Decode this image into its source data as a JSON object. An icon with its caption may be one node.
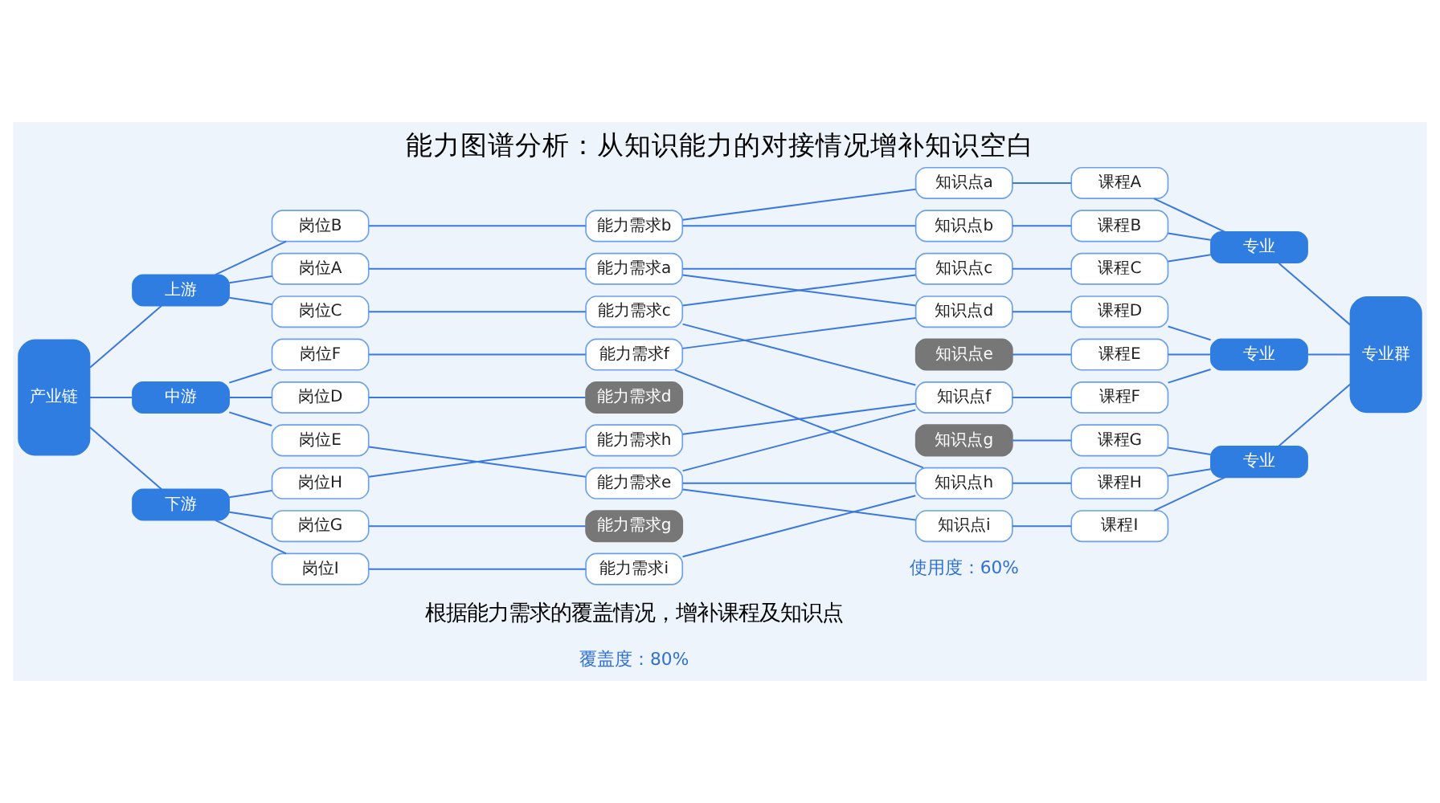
{
  "diagram": {
    "title": "能力图谱分析：从知识能力的对接情况增补知识空白",
    "caption": "根据能力需求的覆盖情况，增补课程及知识点",
    "nodes": [
      {
        "text": [
          "产业链"
        ]
      },
      {
        "text": [
          "上游"
        ]
      },
      {
        "text": [
          "中游"
        ]
      },
      {
        "text": [
          "下游"
        ]
      },
      {
        "text": [
          "岗位A"
        ]
      },
      {
        "text": [
          "岗位B"
        ]
      },
      {
        "text": [
          "岗位C"
        ]
      },
      {
        "text": [
          "岗位D"
        ]
      },
      {
        "text": [
          "岗位E"
        ]
      },
      {
        "text": [
          "岗位F"
        ]
      },
      {
        "text": [
          "岗位G"
        ]
      },
      {
        "text": [
          "岗位H"
        ]
      },
      {
        "text": [
          "岗位I"
        ]
      },
      {
        "text": [
          "能力需求a"
        ]
      },
      {
        "text": [
          "能力需求b"
        ]
      },
      {
        "text": [
          "能力需求c"
        ]
      },
      {
        "text": [
          "能力需求d"
        ]
      },
      {
        "text": [
          "能力需求e"
        ]
      },
      {
        "text": [
          "能力需求f"
        ]
      },
      {
        "text": [
          "能力需求g"
        ]
      },
      {
        "text": [
          "能力需求h"
        ]
      },
      {
        "text": [
          "能力需求i"
        ]
      },
      {
        "text": [
          "知识点a"
        ]
      },
      {
        "text": [
          "知识点b"
        ]
      },
      {
        "text": [
          "知识点c"
        ]
      },
      {
        "text": [
          "知识点d"
        ]
      },
      {
        "text": [
          "知识点e"
        ]
      },
      {
        "text": [
          "知识点f"
        ]
      },
      {
        "text": [
          "知识点g"
        ]
      },
      {
        "text": [
          "知识点h"
        ]
      },
      {
        "text": [
          "知识点i"
        ]
      },
      {
        "text": [
          "课程A"
        ]
      },
      {
        "text": [
          "课程B"
        ]
      },
      {
        "text": [
          "课程C"
        ]
      },
      {
        "text": [
          "课程D"
        ]
      },
      {
        "text": [
          "课程E"
        ]
      },
      {
        "text": [
          "课程F"
        ]
      },
      {
        "text": [
          "课程G"
        ]
      },
      {
        "text": [
          "课程H"
        ]
      },
      {
        "text": [
          "课程I"
        ]
      },
      {
        "text": [
          "专业"
        ]
      },
      {
        "text": [
          "专业"
        ]
      },
      {
        "text": [
          "专业"
        ]
      },
      {
        "text": [
          "专业群"
        ]
      }
    ],
    "edges": [
      {
        "from": 0,
        "to": 1,
        "arrow": "none"
      },
      {
        "from": 0,
        "to": 2,
        "arrow": "none"
      },
      {
        "from": 0,
        "to": 3,
        "arrow": "none"
      },
      {
        "from": 1,
        "to": 4,
        "arrow": "none"
      },
      {
        "from": 1,
        "to": 5,
        "arrow": "none"
      },
      {
        "from": 1,
        "to": 6,
        "arrow": "none"
      },
      {
        "from": 2,
        "to": 7,
        "arrow": "none"
      },
      {
        "from": 2,
        "to": 8,
        "arrow": "none"
      },
      {
        "from": 2,
        "to": 9,
        "arrow": "none"
      },
      {
        "from": 3,
        "to": 10,
        "arrow": "none"
      },
      {
        "from": 3,
        "to": 11,
        "arrow": "none"
      },
      {
        "from": 3,
        "to": 12,
        "arrow": "none"
      },
      {
        "from": 4,
        "to": 13,
        "arrow": "none"
      },
      {
        "from": 5,
        "to": 14,
        "arrow": "none"
      },
      {
        "from": 6,
        "to": 15,
        "arrow": "none"
      },
      {
        "from": 7,
        "to": 16,
        "arrow": "none"
      },
      {
        "from": 8,
        "to": 17,
        "arrow": "none"
      },
      {
        "from": 9,
        "to": 18,
        "arrow": "none"
      },
      {
        "from": 10,
        "to": 19,
        "arrow": "none"
      },
      {
        "from": 11,
        "to": 20,
        "arrow": "none"
      },
      {
        "from": 12,
        "to": 21,
        "arrow": "none"
      },
      {
        "from": 13,
        "to": 24,
        "arrow": "none"
      },
      {
        "from": 13,
        "to": 25,
        "arrow": "none"
      },
      {
        "from": 14,
        "to": 22,
        "arrow": "none"
      },
      {
        "from": 14,
        "to": 23,
        "arrow": "none"
      },
      {
        "from": 15,
        "to": 24,
        "arrow": "none"
      },
      {
        "from": 15,
        "to": 27,
        "arrow": "none"
      },
      {
        "from": 17,
        "to": 27,
        "arrow": "none"
      },
      {
        "from": 17,
        "to": 29,
        "arrow": "none"
      },
      {
        "from": 17,
        "to": 30,
        "arrow": "none"
      },
      {
        "from": 18,
        "to": 25,
        "arrow": "none"
      },
      {
        "from": 18,
        "to": 29,
        "arrow": "none"
      },
      {
        "from": 20,
        "to": 27,
        "arrow": "none"
      },
      {
        "from": 21,
        "to": 29,
        "arrow": "none"
      },
      {
        "from": 22,
        "to": 31,
        "arrow": "none"
      },
      {
        "from": 23,
        "to": 32,
        "arrow": "none"
      },
      {
        "from": 24,
        "to": 33,
        "arrow": "none"
      },
      {
        "from": 25,
        "to": 34,
        "arrow": "none"
      },
      {
        "from": 26,
        "to": 35,
        "arrow": "none"
      },
      {
        "from": 27,
        "to": 36,
        "arrow": "none"
      },
      {
        "from": 28,
        "to": 37,
        "arrow": "none"
      },
      {
        "from": 29,
        "to": 38,
        "arrow": "none"
      },
      {
        "from": 30,
        "to": 39,
        "arrow": "none"
      },
      {
        "from": 31,
        "to": 40,
        "arrow": "none"
      },
      {
        "from": 32,
        "to": 40,
        "arrow": "none"
      },
      {
        "from": 33,
        "to": 40,
        "arrow": "none"
      },
      {
        "from": 34,
        "to": 41,
        "arrow": "none"
      },
      {
        "from": 35,
        "to": 41,
        "arrow": "none"
      },
      {
        "from": 36,
        "to": 41,
        "arrow": "none"
      },
      {
        "from": 37,
        "to": 42,
        "arrow": "none"
      },
      {
        "from": 38,
        "to": 42,
        "arrow": "none"
      },
      {
        "from": 39,
        "to": 42,
        "arrow": "none"
      },
      {
        "from": 40,
        "to": 43,
        "arrow": "none"
      },
      {
        "from": 41,
        "to": 43,
        "arrow": "none"
      },
      {
        "from": 42,
        "to": 43,
        "arrow": "none"
      }
    ],
    "labels": [
      "覆盖度：80%",
      "使用度：60%"
    ]
  }
}
